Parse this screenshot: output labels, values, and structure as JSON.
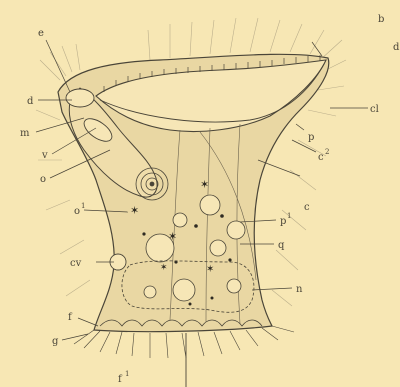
{
  "figure": {
    "labels": {
      "b": "b",
      "d_top_right": "d",
      "e": "e",
      "d_left": "d",
      "m": "m",
      "v": "v",
      "o": "o",
      "cl": "cl",
      "p": "p",
      "c2": "c",
      "c2_sup": "2",
      "c": "c",
      "o1": "o",
      "o1_sup": "1",
      "p1": "p",
      "p1_sup": "1",
      "q": "q",
      "cv": "cv",
      "n": "n",
      "f": "f",
      "g": "g",
      "f1": "f",
      "f1_sup": "1"
    },
    "colors": {
      "background": "#f7e7b4",
      "ink": "#4a4538",
      "body_shade": "#e9d7a3",
      "body_light": "#f4e4b3"
    }
  }
}
